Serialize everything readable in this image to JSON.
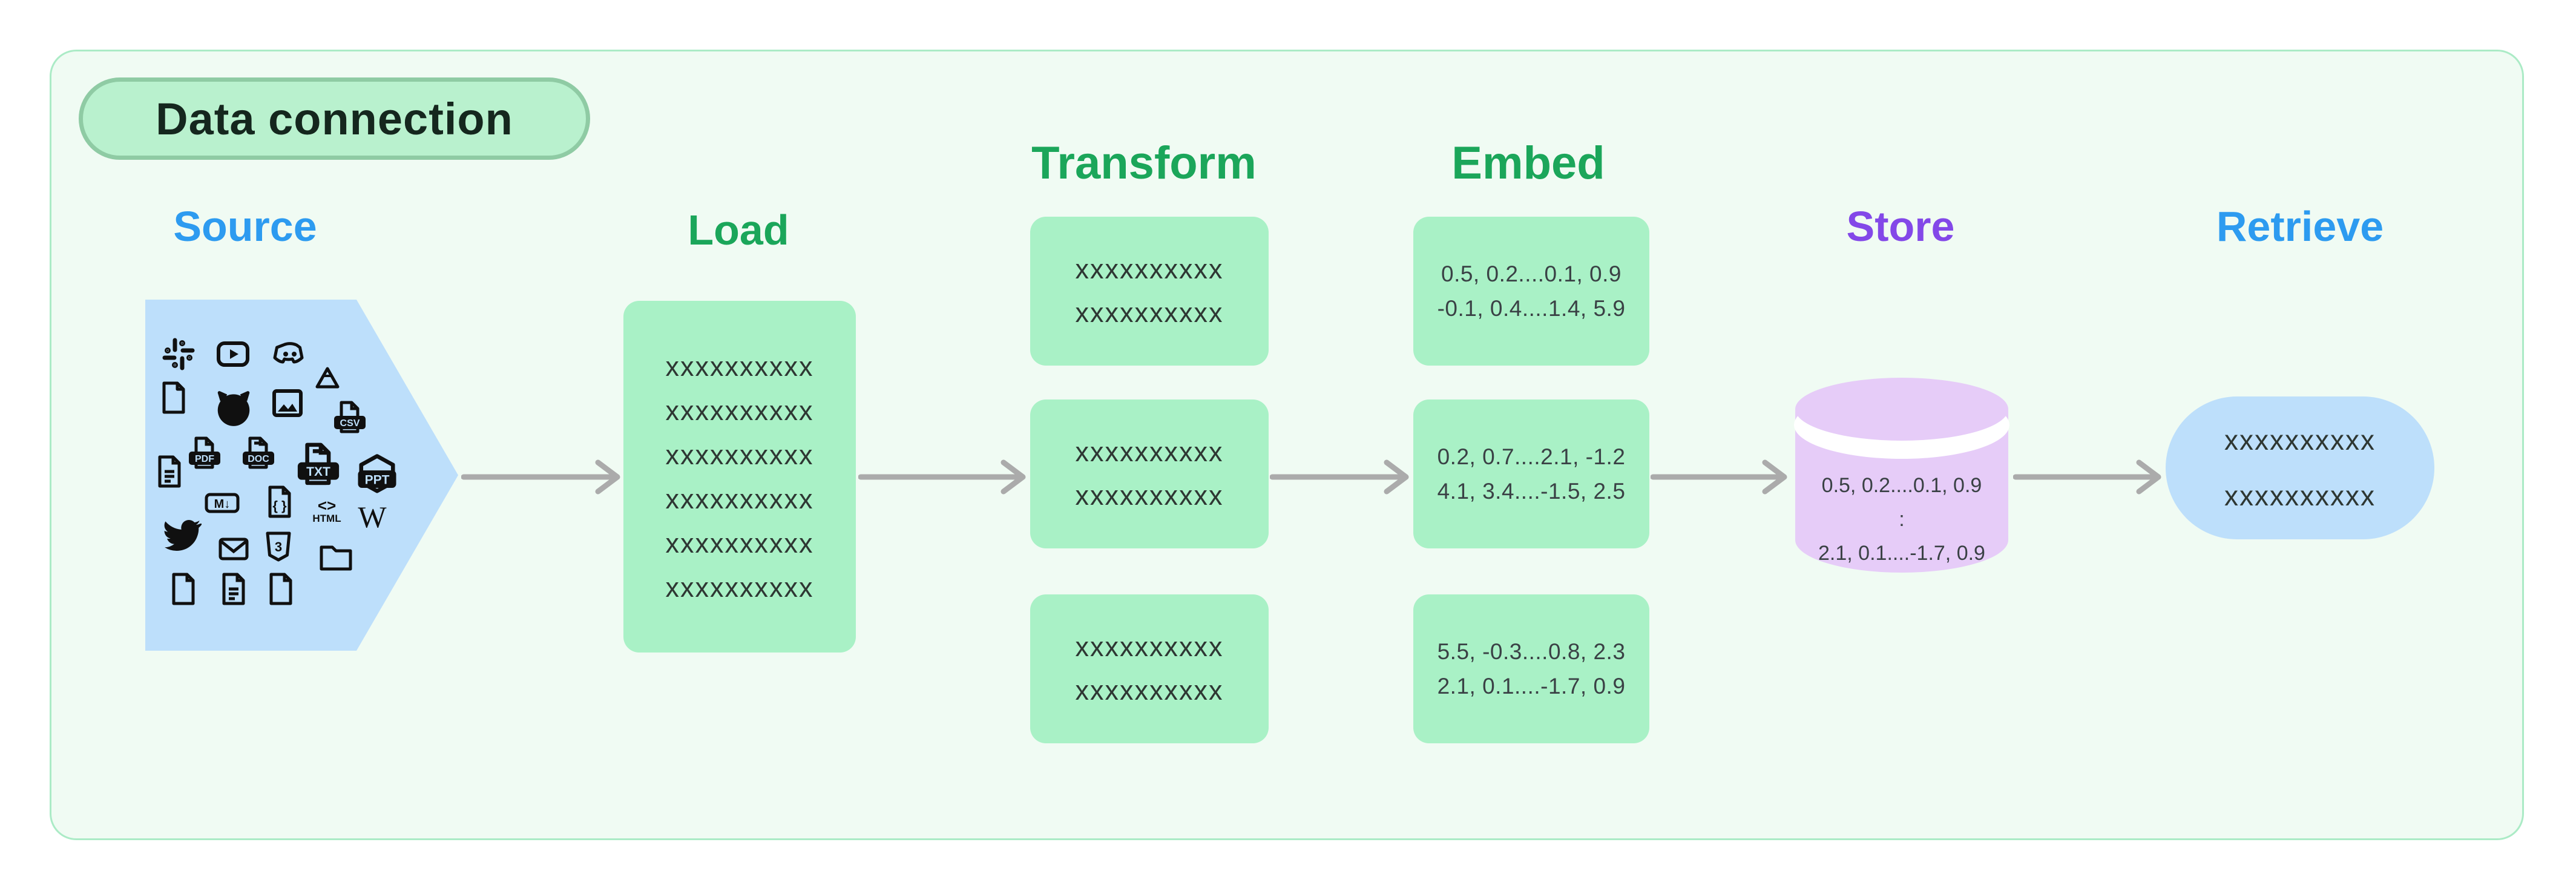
{
  "badge": {
    "label": "Data connection"
  },
  "headings": {
    "source": {
      "label": "Source"
    },
    "load": {
      "label": "Load"
    },
    "transform": {
      "label": "Transform"
    },
    "embed": {
      "label": "Embed"
    },
    "store": {
      "label": "Store"
    },
    "retrieve": {
      "label": "Retrieve"
    }
  },
  "source": {
    "icons": [
      "slack",
      "youtube",
      "discord",
      "file",
      "github",
      "image",
      "google-drive",
      "csv-file",
      "document-lines",
      "pdf-file",
      "doc-file",
      "txt-file",
      "ppt-file",
      "markdown",
      "code-file",
      "html",
      "wikipedia",
      "twitter",
      "email",
      "css3",
      "folder",
      "file",
      "document-lines",
      "file"
    ],
    "icon_labels": {
      "pdf": "PDF",
      "doc": "DOC",
      "txt": "TXT",
      "ppt": "PPT",
      "csv": "CSV",
      "markdown": "M↓",
      "braces": "{ }",
      "html_tag": "<>",
      "html_word": "HTML",
      "wikipedia": "W",
      "css3": "3"
    }
  },
  "load": {
    "lines": [
      "xxxxxxxxxx",
      "xxxxxxxxxx",
      "xxxxxxxxxx",
      "xxxxxxxxxx",
      "xxxxxxxxxx",
      "xxxxxxxxxx"
    ]
  },
  "transform": {
    "boxes": [
      {
        "lines": [
          "xxxxxxxxxx",
          "xxxxxxxxxx"
        ]
      },
      {
        "lines": [
          "xxxxxxxxxx",
          "xxxxxxxxxx"
        ]
      },
      {
        "lines": [
          "xxxxxxxxxx",
          "xxxxxxxxxx"
        ]
      }
    ]
  },
  "embed": {
    "boxes": [
      {
        "lines": [
          "0.5, 0.2....0.1, 0.9",
          "-0.1, 0.4....1.4, 5.9"
        ]
      },
      {
        "lines": [
          "0.2, 0.7....2.1, -1.2",
          "4.1, 3.4....-1.5, 2.5"
        ]
      },
      {
        "lines": [
          "5.5, -0.3....0.8, 2.3",
          "2.1, 0.1....-1.7, 0.9"
        ]
      }
    ]
  },
  "store": {
    "lines": [
      "0.5, 0.2....0.1, 0.9",
      ":",
      "2.1, 0.1....-1.7, 0.9"
    ]
  },
  "retrieve": {
    "lines": [
      "xxxxxxxxxx",
      "xxxxxxxxxx"
    ]
  },
  "colors": {
    "accent_green": "#1BA65A",
    "accent_blue": "#2D9BF0",
    "accent_purple": "#8348E8",
    "card_bg": "#F0FBF3",
    "card_border": "#ABEBC6",
    "badge_bg": "#B9F1CE",
    "badge_border": "#8FCBA4",
    "green_box": "#A9F1C6",
    "blue_shape": "#BDDFFB",
    "purple_cylinder": "#E6CCF8",
    "arrow": "#ABABAB"
  }
}
